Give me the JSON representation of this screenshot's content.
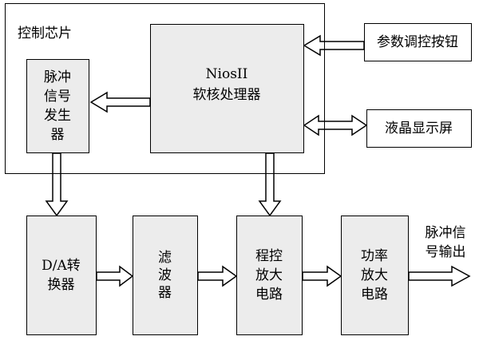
{
  "diagram": {
    "control_chip": "控制芯片",
    "nios_title": "NiosII",
    "nios_subtitle": "软核处理器",
    "param_buttons": "参数调控按钮",
    "lcd": "液晶显示屏",
    "pulse_gen": "脉冲\n信号\n发生\n器",
    "dac": "D/A转\n换器",
    "filter": "滤\n波\n器",
    "prog_amp": "程控\n放大\n电路",
    "power_amp": "功率\n放大\n电路",
    "pulse_out": "脉冲信\n号输出"
  }
}
